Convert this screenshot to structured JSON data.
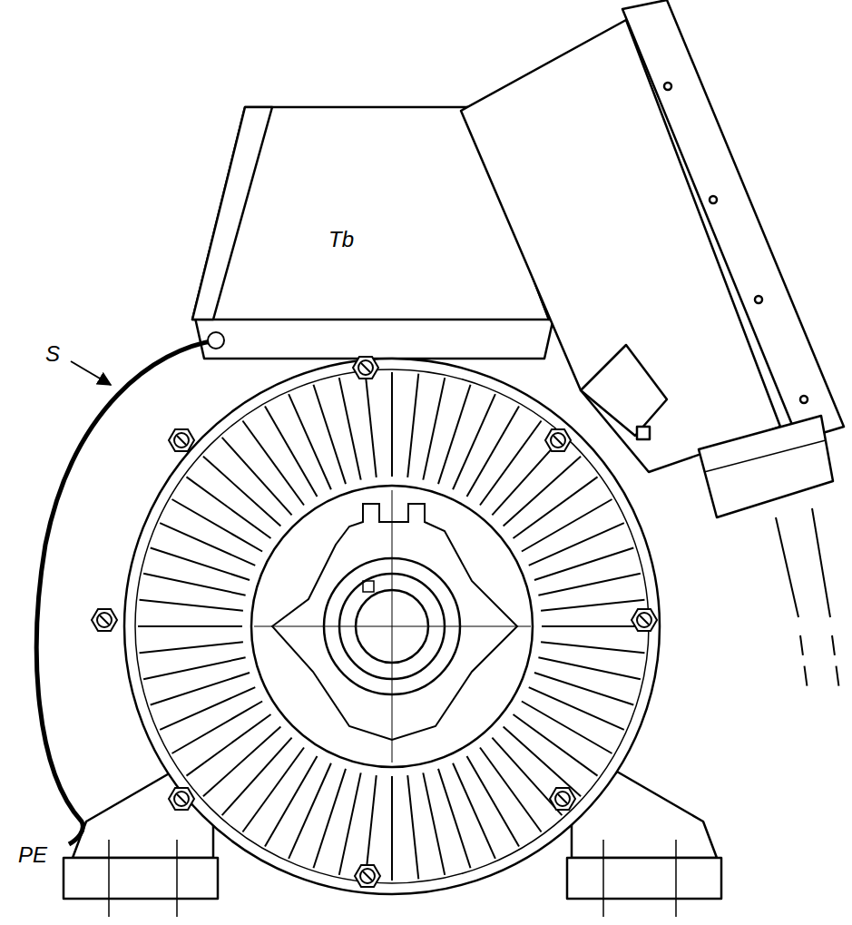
{
  "diagram": {
    "labels": [
      "Tb",
      "S",
      "PE"
    ]
  }
}
